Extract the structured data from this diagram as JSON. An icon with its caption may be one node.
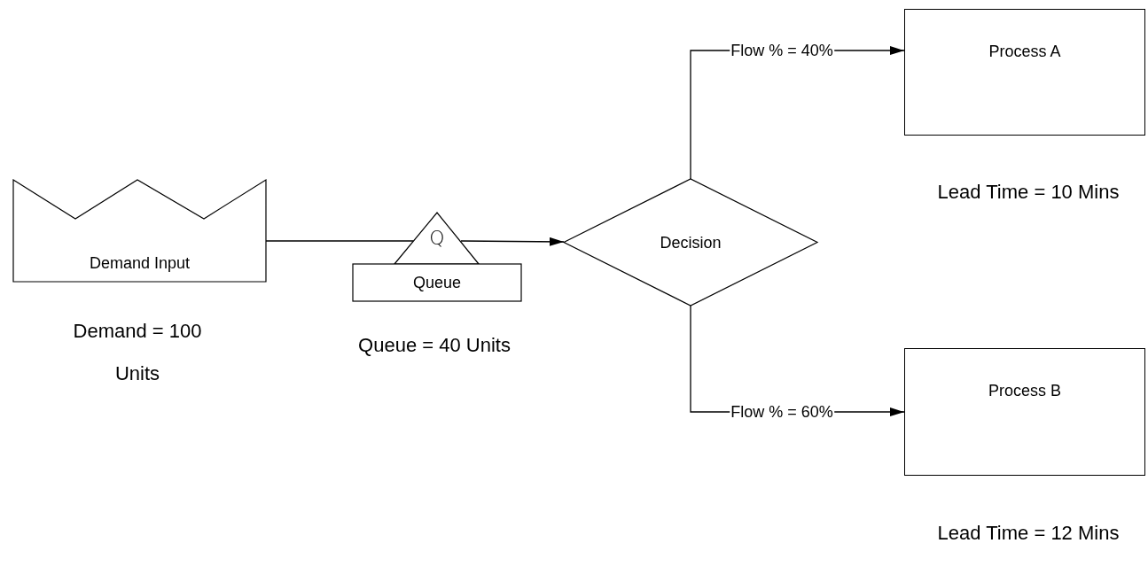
{
  "diagram": {
    "nodes": [
      {
        "text": [
          "Demand Input"
        ],
        "beside": [
          "Demand = 100 Units"
        ]
      },
      {
        "text": [
          "Q",
          "Queue"
        ],
        "beside": [
          "Queue = 40 Units"
        ]
      },
      {
        "text": [
          "Decision"
        ]
      },
      {
        "text": [
          "Process A"
        ],
        "beside": [
          "Lead Time = 10 Mins"
        ]
      },
      {
        "text": [
          "Process B"
        ],
        "beside": [
          "Lead Time = 12 Mins"
        ]
      }
    ],
    "edges": [
      {
        "from": 0,
        "to": 1,
        "arrow": "none"
      },
      {
        "from": 1,
        "to": 2,
        "arrow": "to"
      },
      {
        "from": 2,
        "to": 3,
        "arrow": "to",
        "label": "Flow % = 40%"
      },
      {
        "from": 2,
        "to": 4,
        "arrow": "to",
        "label": "Flow % = 60%"
      }
    ]
  }
}
